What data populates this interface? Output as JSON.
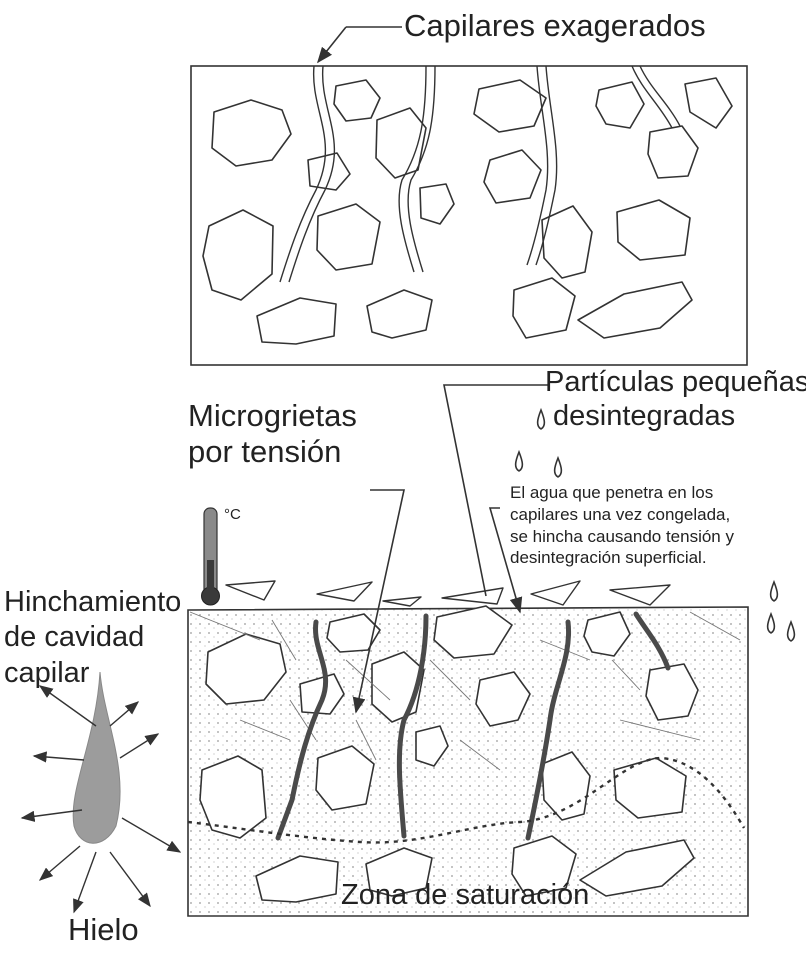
{
  "labels": {
    "capillaries": "Capilares exagerados",
    "particles_line1": "Partículas pequeñas",
    "particles_line2": "desintegradas",
    "microcracks_line1": "Microgrietas",
    "microcracks_line2": "por tensión",
    "water_note": [
      "El agua que penetra en los",
      "capilares una vez congelada,",
      "se hincha causando tensión y",
      "desintegración superficial."
    ],
    "swelling": [
      "Hinchamiento",
      "de cavidad",
      "capilar"
    ],
    "ice": "Hielo",
    "saturation_zone": "Zona de saturación",
    "temp_unit": "°C"
  },
  "colors": {
    "line": "#333333",
    "crack": "#4a4a4a",
    "ice": "#9c9c9c",
    "thermo": "#6e6e6e"
  }
}
